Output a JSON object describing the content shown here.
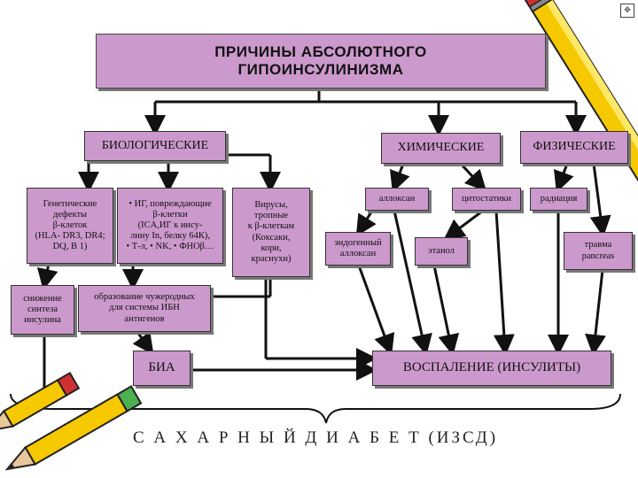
{
  "title": {
    "line1": "ПРИЧИНЫ  АБСОЛЮТНОГО",
    "line2": "ГИПОИНСУЛИНИЗМА"
  },
  "categories": {
    "biological": "БИОЛОГИЧЕСКИЕ",
    "chemical": "ХИМИЧЕСКИЕ",
    "physical": "ФИЗИЧЕСКИЕ"
  },
  "boxes": {
    "genetic": [
      "Генетические",
      "дефекты",
      "β-клеток",
      "(HLA- DR3, DR4;",
      "DQ, B 1)"
    ],
    "antibodies": [
      "• ИГ, повреждающие",
      "β-клетки",
      "(ICA,ИГ к инсу-",
      "лину In, белку 64К),",
      "• Т-л, • NK, • ФНОβ…"
    ],
    "viruses": [
      "Вирусы,",
      "тропные",
      "к β-клеткам",
      "(Коксаки,",
      "кори,",
      "краснухи)"
    ],
    "alloxan": "аллоксан",
    "cytostatics": "цитостатики",
    "radiation": "радиация",
    "endogenous_alloxan": [
      "эндогенный",
      "аллоксан"
    ],
    "ethanol": "этанол",
    "trauma": [
      "травма",
      "pancreas"
    ],
    "reduced_synthesis": [
      "снижение",
      "синтеза",
      "инсулина"
    ],
    "foreign_antigens": [
      "образование чужеродных",
      "для системы ИБН",
      "антигенов"
    ],
    "bia": "БИА",
    "inflammation": "ВОСПАЛЕНИЕ (ИНСУЛИТЫ)"
  },
  "result": "С А Х А Р Н Ы Й    Д И А Б Е Т (ИЗСД)",
  "corner_icon": "move-icon",
  "colors": {
    "box_fill": "#cc99cc",
    "line": "#111111",
    "pencil": "#f5c800"
  }
}
